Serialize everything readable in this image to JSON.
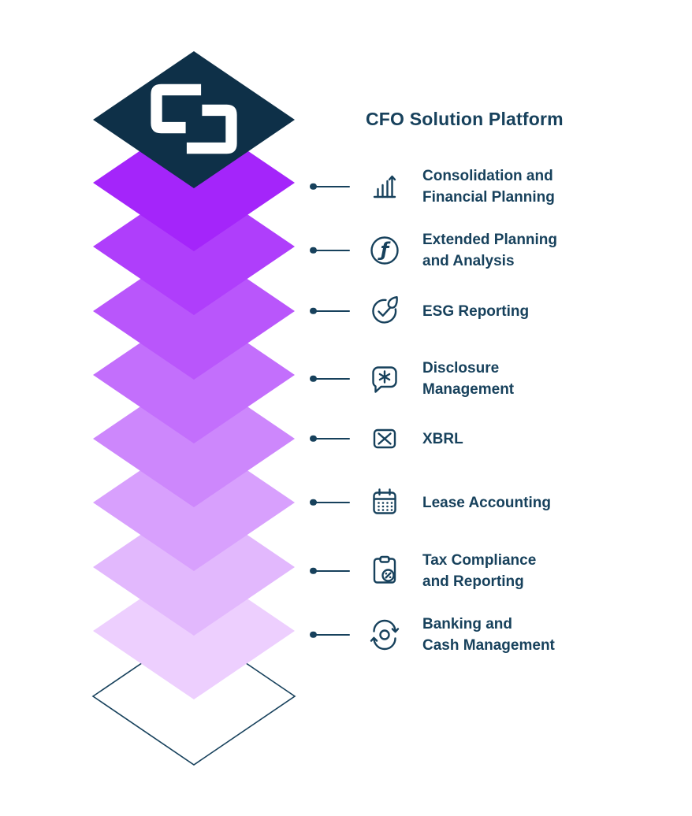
{
  "title": "CFO Solution Platform",
  "colors": {
    "background": "#FFFFFF",
    "navy": "#17415C",
    "diamond_top": "#0E3048",
    "logo": "#FFFFFF",
    "stack": [
      "#A425FA",
      "#AF3EFB",
      "#B956FB",
      "#C36FFC",
      "#CD87FC",
      "#D8A0FD",
      "#E2B8FD",
      "#EDCFFE"
    ]
  },
  "features": [
    {
      "label": "Consolidation and\nFinancial Planning",
      "icon": "bar-chart-icon"
    },
    {
      "label": "Extended Planning\nand Analysis",
      "icon": "function-icon"
    },
    {
      "label": "ESG Reporting",
      "icon": "leaf-check-icon"
    },
    {
      "label": "Disclosure\nManagement",
      "icon": "speech-bubble-asterisk-icon"
    },
    {
      "label": "XBRL",
      "icon": "xbrl-icon"
    },
    {
      "label": "Lease Accounting",
      "icon": "calendar-icon"
    },
    {
      "label": "Tax Compliance\nand Reporting",
      "icon": "clipboard-percent-icon"
    },
    {
      "label": "Banking and\nCash Management",
      "icon": "sync-arrows-icon"
    }
  ]
}
